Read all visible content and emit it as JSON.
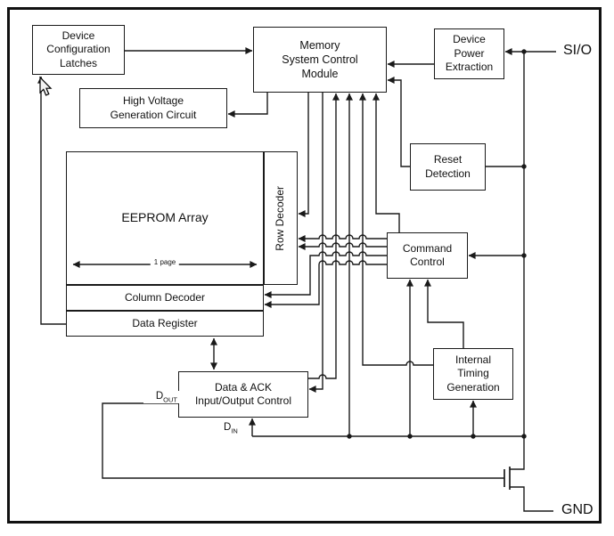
{
  "diagram": {
    "blocks": {
      "device_configuration_latches": {
        "label": "Device\nConfiguration\nLatches"
      },
      "memory_system_control_module": {
        "label": "Memory\nSystem Control\nModule"
      },
      "device_power_extraction": {
        "label": "Device\nPower\nExtraction"
      },
      "high_voltage_generation": {
        "label": "High Voltage\nGeneration Circuit"
      },
      "eeprom_array": {
        "label": "EEPROM Array",
        "page_label": "1 page"
      },
      "row_decoder": {
        "label": "Row Decoder"
      },
      "column_decoder": {
        "label": "Column Decoder"
      },
      "data_register": {
        "label": "Data Register"
      },
      "reset_detection": {
        "label": "Reset\nDetection"
      },
      "command_control": {
        "label": "Command\nControl"
      },
      "internal_timing_generation": {
        "label": "Internal\nTiming\nGeneration"
      },
      "data_ack_io_control": {
        "label": "Data & ACK\nInput/Output Control"
      }
    },
    "pins": {
      "sio": "SI/O",
      "gnd": "GND"
    },
    "signals": {
      "dout_base": "D",
      "dout_sub": "OUT",
      "din_base": "D",
      "din_sub": "IN"
    },
    "icons": {
      "cursor": "cursor-icon",
      "mosfet": "mosfet-symbol"
    },
    "colors": {
      "line": "#1a1a1a",
      "background": "#ffffff"
    }
  }
}
